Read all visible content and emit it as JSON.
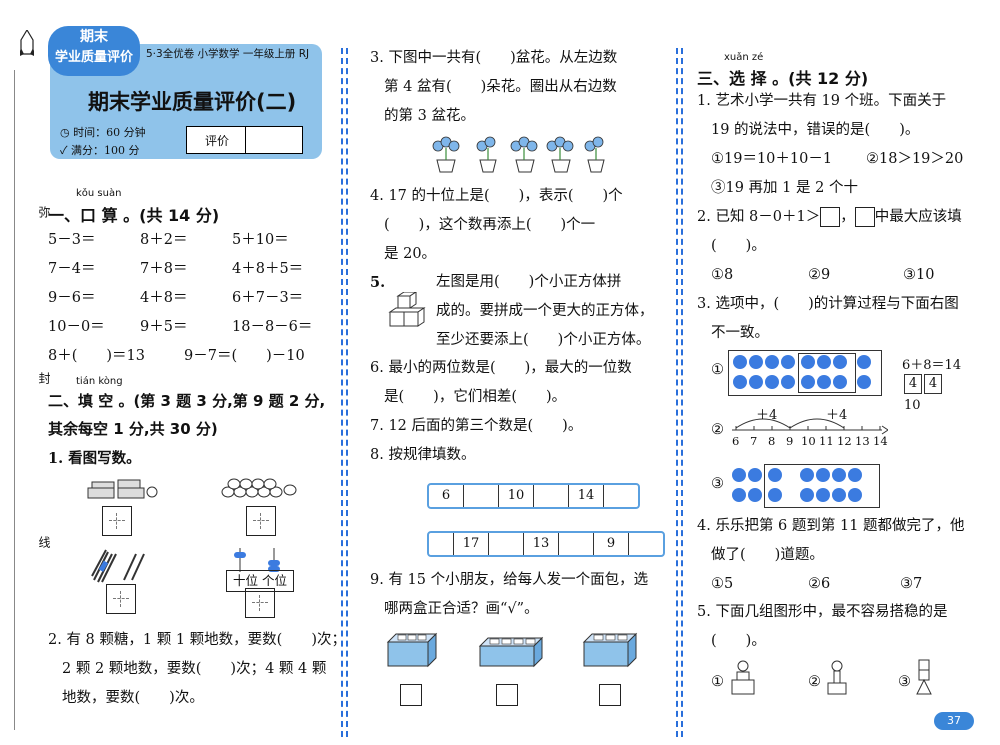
{
  "header": {
    "badge_line1": "期末",
    "badge_line2": "学业质量评价",
    "series": "5·3全优卷  小学数学  一年级上册  RJ",
    "title": "期末学业质量评价(二)",
    "time": "时间：60 分钟",
    "score": "满分：100 分",
    "eval_label": "评价"
  },
  "margin": {
    "a": "弥",
    "b": "封",
    "c": "线"
  },
  "section1": {
    "pinyin": "kǒu suàn",
    "title": "一、口 算 。(共 14 分)",
    "rows": [
      [
        "5－3＝",
        "8＋2＝",
        "5＋10＝"
      ],
      [
        "7－4＝",
        "7＋8＝",
        "4＋8＋5＝"
      ],
      [
        "9－6＝",
        "4＋8＝",
        "6＋7－3＝"
      ],
      [
        "10－0＝",
        "9＋5＝",
        "18－8－6＝"
      ],
      [
        "8＋(　　)＝13",
        "",
        "9－7＝(　　)－10"
      ]
    ]
  },
  "section2": {
    "pinyin": "tián kòng",
    "title_l1": "二、填 空 。(第 3 题 3 分,第 9 题 2 分,",
    "title_l2": "其余每空 1 分,共 30 分)",
    "q1": "1. 看图写数。",
    "abacus_label": "十位 个位",
    "q2_l1": "2. 有 8 颗糖，1 颗 1 颗地数，要数(　　)次；",
    "q2_l2": "2 颗 2 颗地数，要数(　　)次；4 颗 4 颗",
    "q2_l3": "地数，要数(　　)次。",
    "q3_l1": "3. 下图中一共有(　　)盆花。从左边数",
    "q3_l2": "第 4 盆有(　　)朵花。圈出从右边数",
    "q3_l3": "的第 3 盆花。",
    "q4_l1": "4. 17 的十位上是(　　)，表示(　　)个",
    "q4_l2": "(　　)，这个数再添上(　　)个一",
    "q4_l3": "是 20。",
    "q5_num": "5.",
    "q5_l1": "左图是用(　　)个小正方体拼",
    "q5_l2": "成的。要拼成一个更大的正方体，",
    "q5_l3": "至少还要添上(　　)个小正方体。",
    "q6_l1": "6. 最小的两位数是(　　)，最大的一位数",
    "q6_l2": "是(　　)，它们相差(　　)。",
    "q7": "7. 12 后面的第三个数是(　　)。",
    "q8": "8. 按规律填数。",
    "seq1": [
      "6",
      "",
      "10",
      "",
      "14",
      ""
    ],
    "seq2": [
      "",
      "17",
      "",
      "13",
      "",
      "9",
      ""
    ],
    "q9_l1": "9. 有 15 个小朋友，给每人发一个面包，选",
    "q9_l2": "哪两盒正合适？画“√”。"
  },
  "section3": {
    "pinyin": "xuǎn zé",
    "title": "三、选 择 。(共 12 分)",
    "q1_l1": "1. 艺术小学一共有 19 个班。下面关于",
    "q1_l2": "19 的说法中，错误的是(　　)。",
    "q1_o1": "①19＝10＋10－1",
    "q1_o2": "②18＞19＞20",
    "q1_o3": "③19 再加 1 是 2 个十",
    "q2_l1": "2. 已知 8－0＋1＞",
    "q2_l1b": "，",
    "q2_l1c": "中最大应该填",
    "q2_l2": "(　　)。",
    "q2_opts": [
      "①8",
      "②9",
      "③10"
    ],
    "q3_l1": "3. 选项中，(　　)的计算过程与下面右图",
    "q3_l2": "不一致。",
    "q3_eq": "6＋8＝14",
    "q3_split": [
      "4",
      "4",
      "10"
    ],
    "q3_marks": [
      "①",
      "②",
      "③"
    ],
    "q3_line": [
      "6",
      "7",
      "8",
      "9",
      "10",
      "11",
      "12",
      "13",
      "14"
    ],
    "q3_arc": [
      "＋4",
      "＋4"
    ],
    "q4_l1": "4. 乐乐把第 6 题到第 11 题都做完了，他",
    "q4_l2": "做了(　　)道题。",
    "q4_opts": [
      "①5",
      "②6",
      "③7"
    ],
    "q5_l1": "5. 下面几组图形中，最不容易搭稳的是",
    "q5_l2": "(　　)。",
    "q5_opts": [
      "①",
      "②",
      "③"
    ]
  },
  "page_number": "37"
}
